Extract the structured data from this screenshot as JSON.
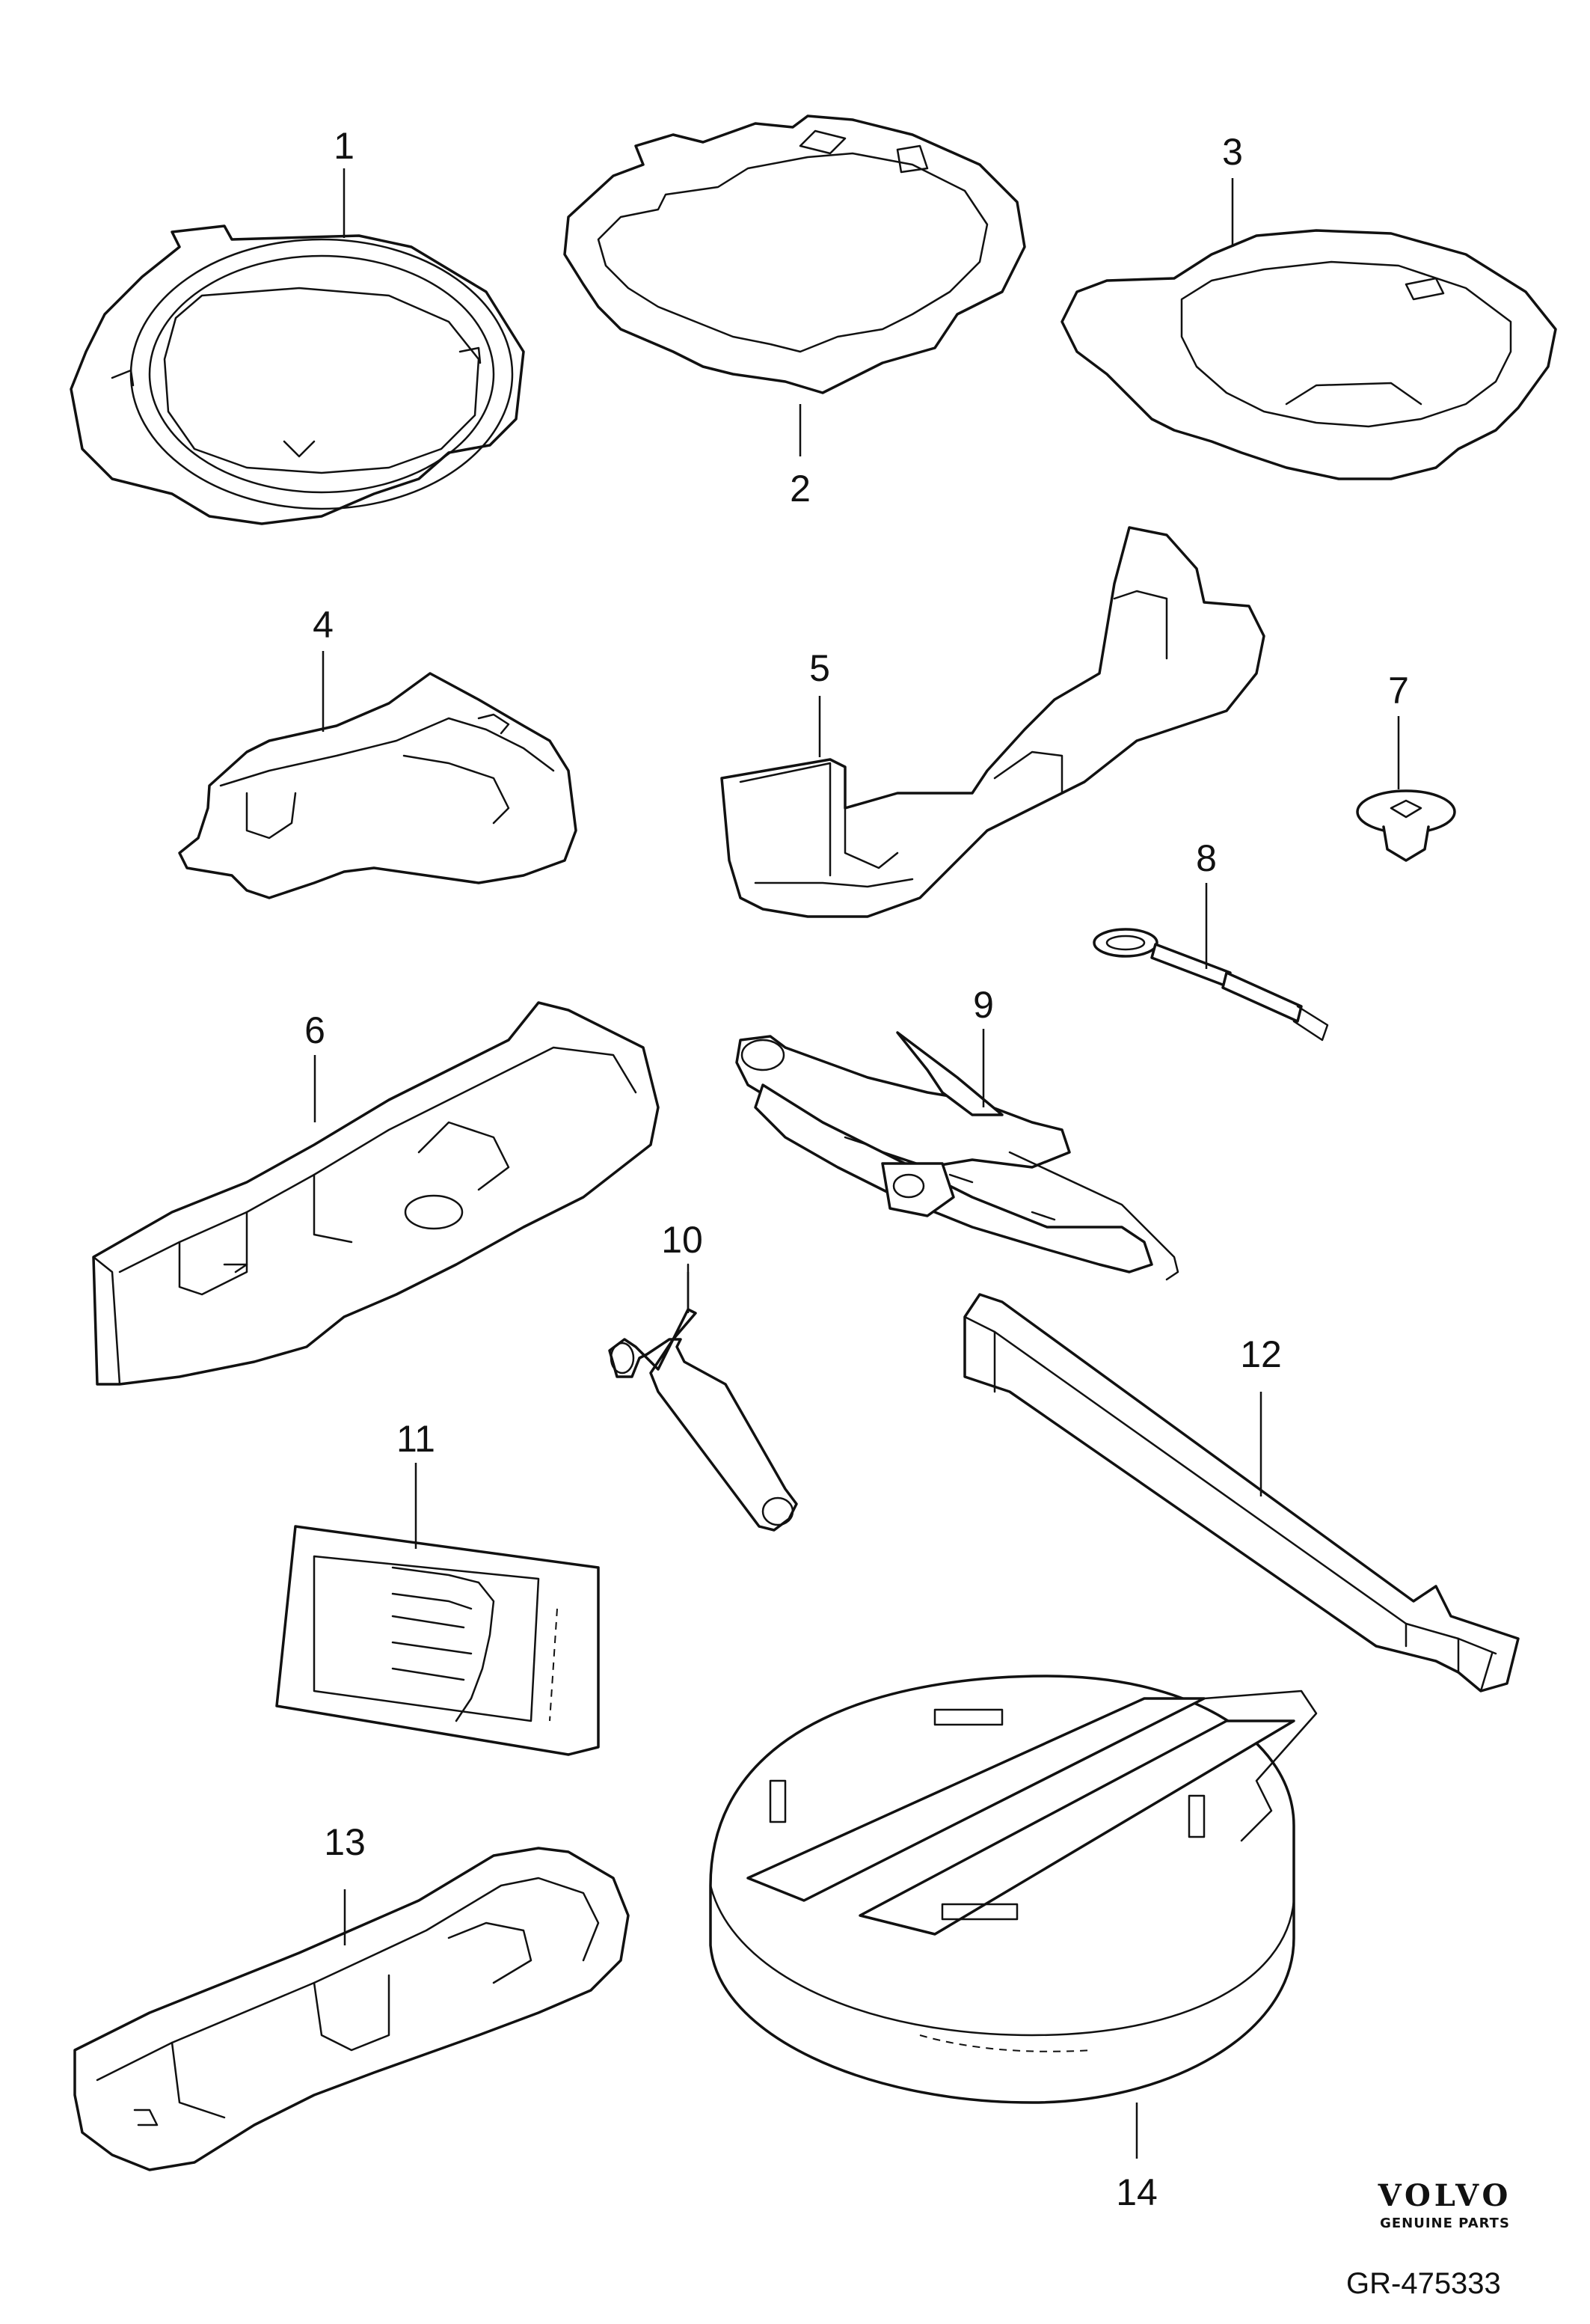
{
  "diagram": {
    "callouts": [
      "1",
      "2",
      "3",
      "4",
      "5",
      "6",
      "7",
      "8",
      "9",
      "10",
      "11",
      "12",
      "13",
      "14"
    ],
    "brand_name": "VOLVO",
    "brand_subtitle": "GENUINE PARTS",
    "reference": "GR-475333"
  }
}
